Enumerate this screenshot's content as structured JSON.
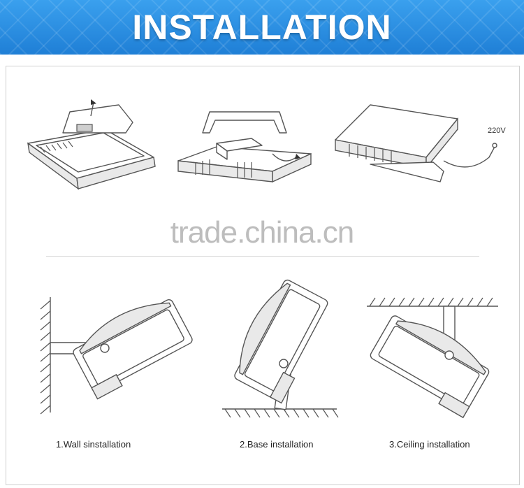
{
  "banner": {
    "title": "INSTALLATION",
    "color": "#2b8fe0"
  },
  "watermark": "trade.china.cn",
  "top_figures": {
    "voltage_label": "220V"
  },
  "captions": {
    "wall": "1.Wall sinstallation",
    "base": "2.Base installation",
    "ceiling": "3.Ceiling installation"
  }
}
